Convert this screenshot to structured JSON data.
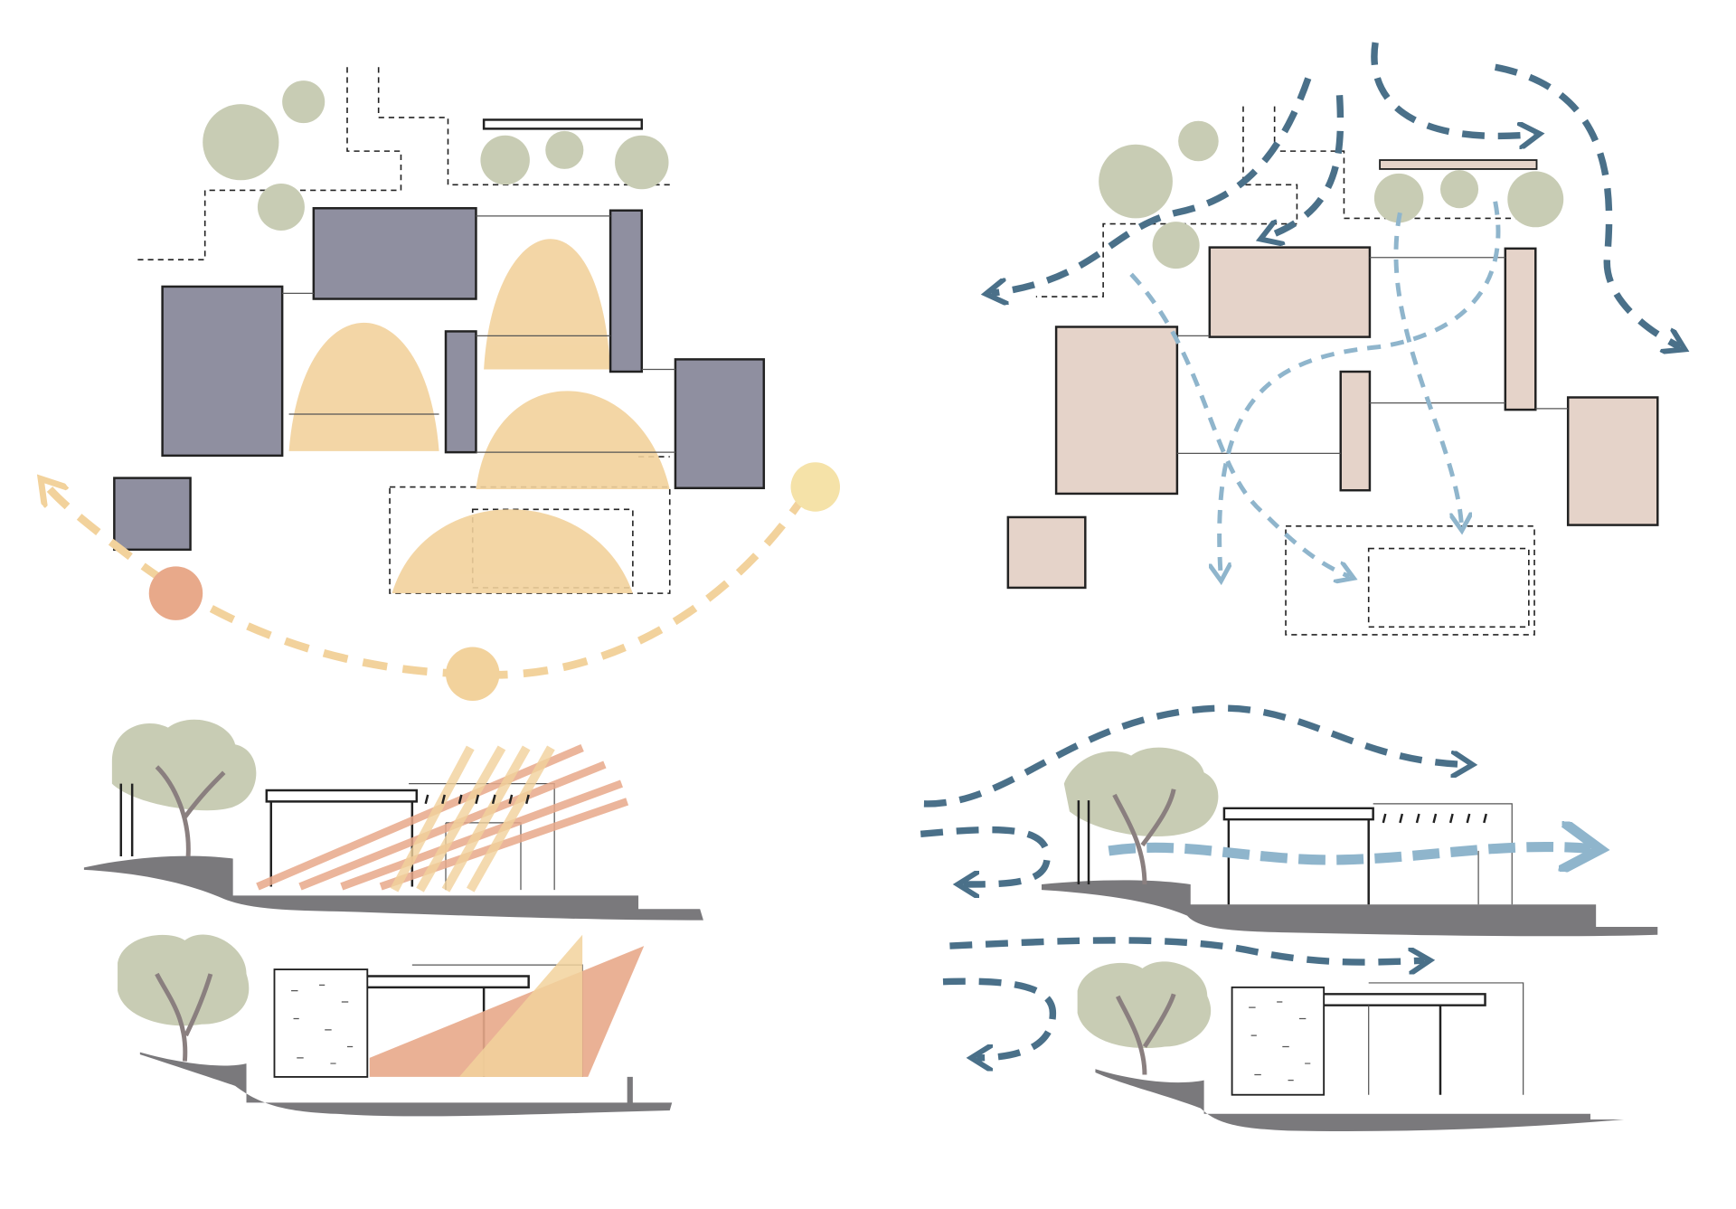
{
  "colors": {
    "building_dark": "#8f8fa0",
    "building_light": "#e5d3c9",
    "sun_yellow": "#f2d29c",
    "sun_orange": "#e8a98a",
    "sun_pale": "#f5e2a8",
    "tree_green": "#c8ccb4",
    "trunk": "#8a7f7f",
    "wind_dark": "#4a7089",
    "wind_light": "#8fb5cc",
    "ground": "#7a797c"
  },
  "panels": [
    "sun-path-plan",
    "wind-flow-plan",
    "sun-section-1",
    "sun-section-2",
    "wind-section-1",
    "wind-section-2"
  ]
}
